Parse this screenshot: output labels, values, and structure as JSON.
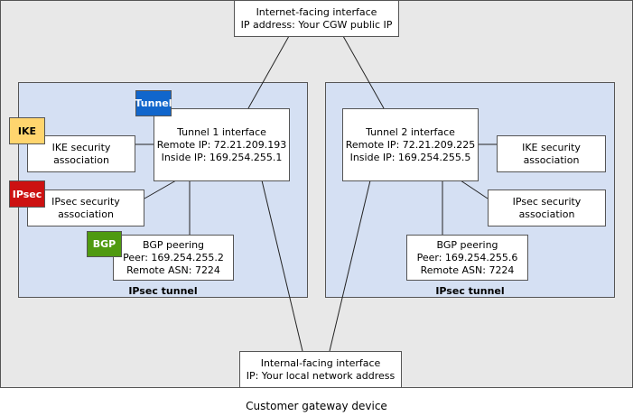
{
  "internet_interface": {
    "line1": "Internet-facing interface",
    "line2": "IP address: Your CGW public IP"
  },
  "internal_interface": {
    "line1": "Internal-facing interface",
    "line2": "IP: Your local network address"
  },
  "caption": "Customer gateway device",
  "tunnel1": {
    "panel_label": "IPsec tunnel",
    "interface": {
      "line1": "Tunnel 1 interface",
      "line2": "Remote IP: 72.21.209.193",
      "line3": "Inside IP: 169.254.255.1"
    },
    "ike": {
      "line1": "IKE security",
      "line2": "association"
    },
    "ipsec": {
      "line1": "IPsec security",
      "line2": "association"
    },
    "bgp": {
      "line1": "BGP peering",
      "line2": "Peer: 169.254.255.2",
      "line3": "Remote ASN: 7224"
    },
    "badges": {
      "tunnel": "Tunnel",
      "ike": "IKE",
      "ipsec": "IPsec",
      "bgp": "BGP"
    }
  },
  "tunnel2": {
    "panel_label": "IPsec tunnel",
    "interface": {
      "line1": "Tunnel 2 interface",
      "line2": "Remote IP: 72.21.209.225",
      "line3": "Inside IP: 169.254.255.5"
    },
    "ike": {
      "line1": "IKE security",
      "line2": "association"
    },
    "ipsec": {
      "line1": "IPsec security",
      "line2": "association"
    },
    "bgp": {
      "line1": "BGP peering",
      "line2": "Peer: 169.254.255.6",
      "line3": "Remote ASN: 7224"
    }
  },
  "colors": {
    "outer_bg": "#e8e8e8",
    "panel_bg": "#d5e0f3",
    "badge_tunnel": "#1166cc",
    "badge_ike": "#ffd56e",
    "badge_ipsec": "#cc1111",
    "badge_bgp": "#4f9a10"
  }
}
